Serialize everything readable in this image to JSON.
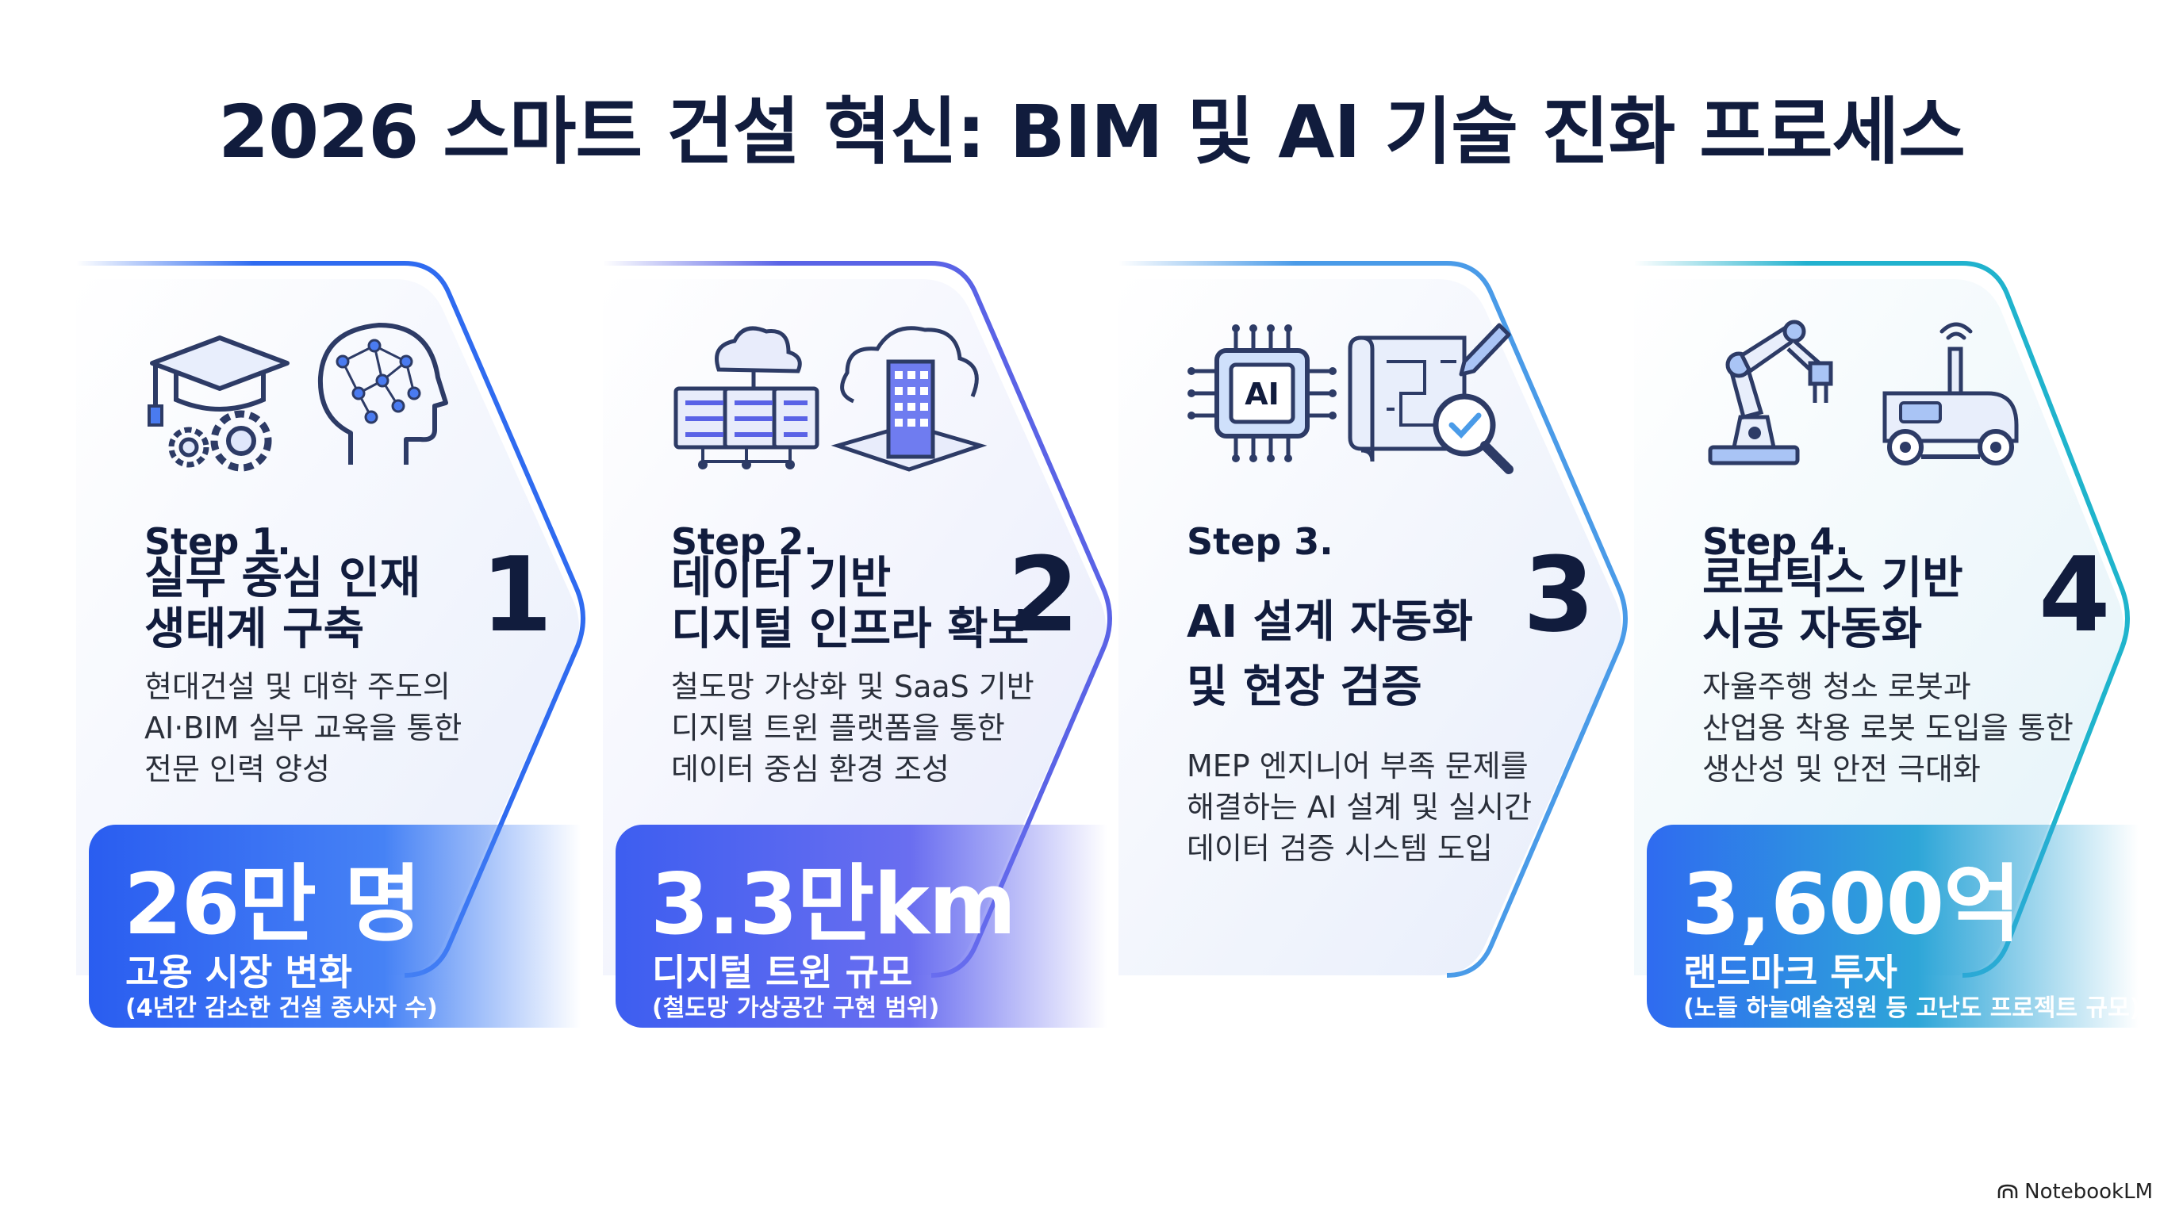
{
  "title": "2026 스마트 건설 혁신: BIM 및 AI 기술 진화 프로세스",
  "steps": [
    {
      "label": "Step 1.",
      "title_lines": [
        "실무 중심 인재",
        "생태계 구축"
      ],
      "number": "1",
      "desc_lines": [
        "현대건설 및 대학 주도의",
        "AI·BIM 실무 교육을 통한",
        "전문 인력 양성"
      ],
      "stat_value": "26만 명",
      "stat_label": "고용 시장 변화",
      "stat_sub": "(4년간 감소한 건설 종사자 수)",
      "icons": [
        "graduation-cap-icon",
        "gears-icon",
        "ai-brain-head-icon"
      ]
    },
    {
      "label": "Step 2.",
      "title_lines": [
        "데이터 기반",
        "디지털 인프라 확보"
      ],
      "number": "2",
      "desc_lines": [
        "철도망 가상화 및 SaaS 기반",
        "디지털 트윈 플랫폼을 통한",
        "데이터 중심 환경 조성"
      ],
      "stat_value": "3.3만km",
      "stat_label": "디지털 트윈 규모",
      "stat_sub": "(철도망 가상공간 구현 범위)",
      "icons": [
        "cloud-server-icon",
        "cloud-building-icon"
      ]
    },
    {
      "label": "Step 3.",
      "title_lines": [
        "AI 설계 자동화",
        "및 현장 검증"
      ],
      "number": "3",
      "desc_lines": [
        "MEP 엔지니어 부족 문제를",
        "해결하는 AI 설계 및 실시간",
        "데이터 검증 시스템 도입"
      ],
      "chip_text": "AI",
      "icons": [
        "ai-chip-icon",
        "blueprint-inspect-icon"
      ]
    },
    {
      "label": "Step 4.",
      "title_lines": [
        "로보틱스 기반",
        "시공 자동화"
      ],
      "number": "4",
      "desc_lines": [
        "자율주행 청소 로봇과",
        "산업용 착용 로봇 도입을 통한",
        "생산성 및 안전 극대화"
      ],
      "stat_value": "3,600억",
      "stat_label": "랜드마크 투자",
      "stat_sub": "(노들 하늘예술정원 등 고난도 프로젝트 규모)",
      "icons": [
        "robot-arm-icon",
        "autonomous-robot-icon"
      ]
    }
  ],
  "colors": {
    "step1": "#2f6bf0",
    "step2": "#4f63e6",
    "step3": "#4a9be8",
    "step4": "#1fb4cc",
    "title": "#111c3d"
  },
  "brand": "NotebookLM"
}
